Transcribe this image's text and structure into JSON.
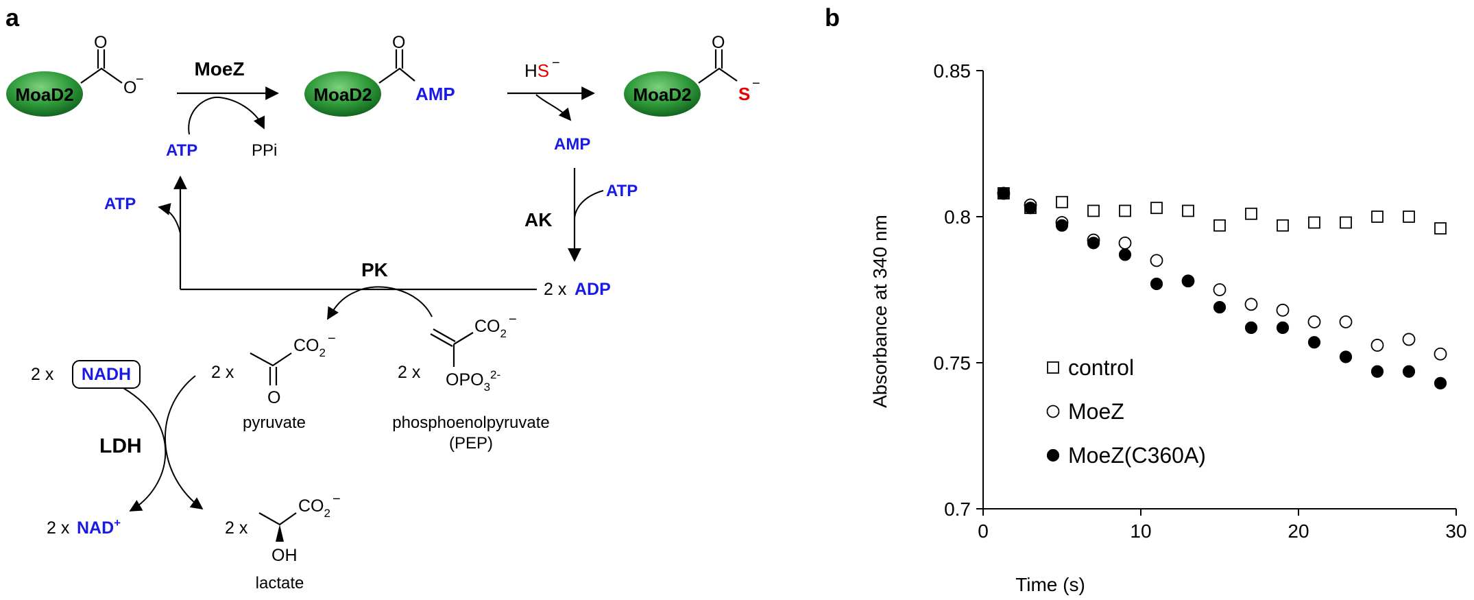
{
  "panel_a": {
    "label": "a",
    "moad2": "MoaD2",
    "o_minus": "O",
    "minus": "−",
    "o": "O",
    "amp_group": "AMP",
    "s_group": "S",
    "moez": "MoeZ",
    "atp_in": "ATP",
    "ppi": "PPi",
    "hs_h": "H",
    "hs_s": "S",
    "amp_out": "AMP",
    "ak": "AK",
    "atp_ak": "ATP",
    "atp_regen": "ATP",
    "pk": "PK",
    "adp_prefix": "2 x",
    "adp": "ADP",
    "nadh_prefix": "2 x",
    "nadh": "NADH",
    "ldh": "LDH",
    "nad_prefix": "2 x",
    "nad": "NAD",
    "nad_plus": "+",
    "pyruvate_prefix": "2 x",
    "pyruvate_co2": "CO",
    "pyruvate_name": "pyruvate",
    "pep_prefix": "2 x",
    "pep_co2": "CO",
    "pep_opo3": "OPO",
    "pep_charge": "2-",
    "pep_name": "phosphoenolpyruvate",
    "pep_abbr": "(PEP)",
    "lactate_prefix": "2 x",
    "lactate_co2": "CO",
    "lactate_oh": "OH",
    "lactate_name": "lactate",
    "sub2": "2",
    "sub3": "3"
  },
  "chart_data": {
    "panel_label": "b",
    "type": "scatter",
    "xlabel": "Time (s)",
    "ylabel": "Absorbance at 340 nm",
    "xlim": [
      0,
      30
    ],
    "ylim": [
      0.7,
      0.85
    ],
    "xticks": [
      "0",
      "10",
      "20",
      "30"
    ],
    "yticks": [
      "0.7",
      "0.75",
      "0.8",
      "0.85"
    ],
    "legend_position": "bottom-left",
    "series": [
      {
        "name": "control",
        "marker": "open-square",
        "x": [
          1.3,
          3,
          5,
          7,
          9,
          11,
          13,
          15,
          17,
          19,
          21,
          23,
          25,
          27,
          29
        ],
        "y": [
          0.808,
          0.803,
          0.805,
          0.802,
          0.802,
          0.803,
          0.802,
          0.797,
          0.801,
          0.797,
          0.798,
          0.798,
          0.8,
          0.8,
          0.796
        ]
      },
      {
        "name": "MoeZ",
        "marker": "open-circle",
        "x": [
          1.3,
          3,
          5,
          7,
          9,
          11,
          13,
          15,
          17,
          19,
          21,
          23,
          25,
          27,
          29
        ],
        "y": [
          0.808,
          0.804,
          0.798,
          0.792,
          0.791,
          0.785,
          0.778,
          0.775,
          0.77,
          0.768,
          0.764,
          0.764,
          0.756,
          0.758,
          0.753
        ]
      },
      {
        "name": "MoeZ(C360A)",
        "marker": "filled-circle",
        "x": [
          1.3,
          3,
          5,
          7,
          9,
          11,
          13,
          15,
          17,
          19,
          21,
          23,
          25,
          27,
          29
        ],
        "y": [
          0.808,
          0.803,
          0.797,
          0.791,
          0.787,
          0.777,
          0.778,
          0.769,
          0.762,
          0.762,
          0.757,
          0.752,
          0.747,
          0.747,
          0.743
        ]
      }
    ]
  }
}
